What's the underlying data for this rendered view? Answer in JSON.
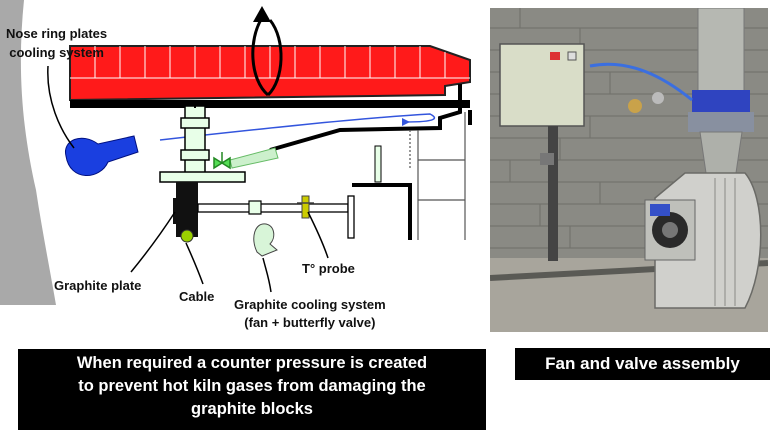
{
  "labels": {
    "nose_ring": [
      "Nose ring plates",
      "cooling system"
    ],
    "graphite_plate": "Graphite plate",
    "cable": "Cable",
    "t_probe": "T° probe",
    "graphite_cooling": [
      "Graphite cooling system",
      "(fan + butterfly valve)"
    ]
  },
  "captions": {
    "main": [
      "When required a counter pressure is created",
      "to prevent hot kiln gases from damaging the",
      "graphite blocks"
    ],
    "photo": "Fan and valve assembly"
  },
  "colors": {
    "nose_ring_red": "#ff1a1a",
    "fan_blue": "#1a3fe0",
    "valve_green": "#33cc33",
    "airflow_blue": "#3355dd",
    "probe_yellow": "#cccc00",
    "caption_bg": "#000000",
    "caption_text": "#ffffff"
  }
}
